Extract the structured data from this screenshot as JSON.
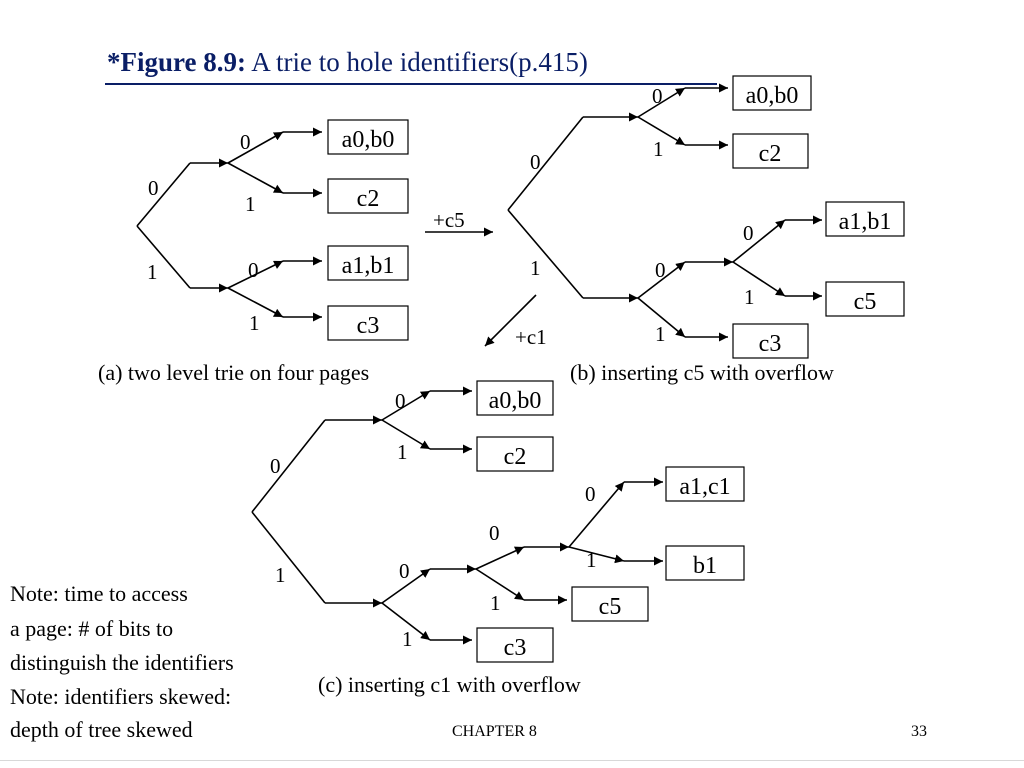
{
  "title": {
    "prefix": "*Figure 8.9:",
    "text": " A trie to hole identifiers(p.415)"
  },
  "operations": {
    "insert_c5": "+c5",
    "insert_c1": "+c1"
  },
  "captions": {
    "a": "(a) two level trie on four pages",
    "b": "(b) inserting c5 with overflow",
    "c": "(c) inserting c1 with overflow"
  },
  "tries": {
    "a": {
      "branch_labels": [
        "0",
        "1",
        "0",
        "1",
        "0",
        "1"
      ],
      "pages": [
        "a0,b0",
        "c2",
        "a1,b1",
        "c3"
      ]
    },
    "b": {
      "branch_labels": [
        "0",
        "1",
        "0",
        "1",
        "0",
        "1",
        "0",
        "1"
      ],
      "pages": [
        "a0,b0",
        "c2",
        "a1,b1",
        "c5",
        "c3"
      ]
    },
    "c": {
      "branch_labels": [
        "0",
        "1",
        "0",
        "1",
        "0",
        "1",
        "0",
        "1",
        "0",
        "1"
      ],
      "pages": [
        "a0,b0",
        "c2",
        "a1,c1",
        "b1",
        "c5",
        "c3"
      ]
    }
  },
  "notes": [
    "Note: time to access",
    "a page: # of bits to",
    "distinguish the identifiers",
    "Note: identifiers skewed:",
    "depth of tree skewed"
  ],
  "footer": {
    "chapter": "CHAPTER 8",
    "page": "33"
  },
  "colors": {
    "title": "#0a1e66",
    "lines": "#000000"
  }
}
